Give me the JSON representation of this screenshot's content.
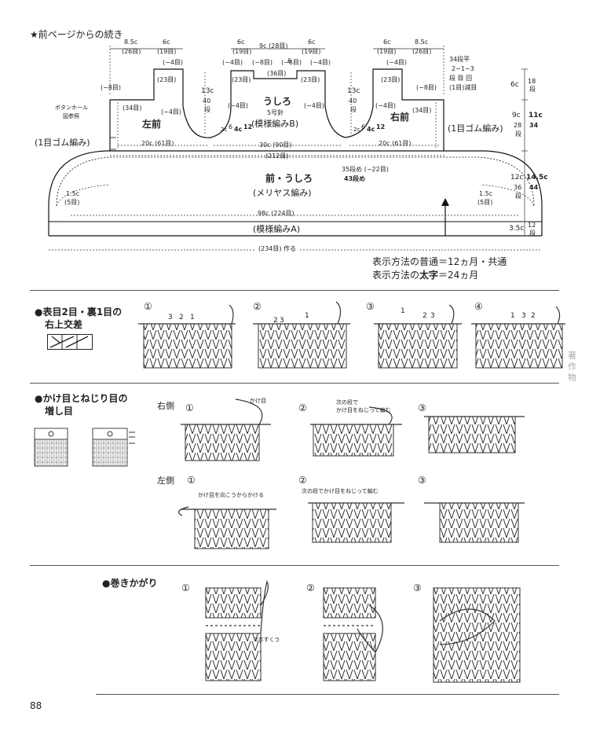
{
  "header": "★前ページからの続き",
  "pattern": {
    "top_dims": {
      "left_outer_c": "8.5c",
      "left_outer_m": "(26目)",
      "left_strap_c": "6c",
      "left_strap_m": "(19目)",
      "back_l_c": "6c",
      "back_l_m": "(19目)",
      "back_mid_c": "9c (28目)",
      "back_r_c": "6c",
      "back_r_m": "(19目)",
      "right_strap_c": "6c",
      "right_strap_m": "(19目)",
      "right_outer_c": "8.5c",
      "right_outer_m": "(26目)"
    },
    "dec": {
      "m4": "(−4目)",
      "m8": "(−8目)",
      "m6": "(−6目)"
    },
    "counts": {
      "c23": "(23目)",
      "c34": "(34目)",
      "c36": "(36目)"
    },
    "neck": {
      "depth_c": "13c",
      "depth_rows": "40",
      "depth_unit": "段",
      "two_c": "2c",
      "six": "6",
      "four_c": "4c",
      "twelve": "12",
      "dan": "段"
    },
    "note_top_right": [
      "34段平",
      "2−1−3",
      "段 目 回",
      "(1目)減目"
    ],
    "buttonhole": [
      "ボタンホール",
      "図参照"
    ],
    "labels": {
      "left_front": "左前",
      "right_front": "右前",
      "back": "うしろ",
      "needle": "5号針",
      "back_pattern": "(模様編みB)",
      "rib_left": "(1目ゴム編み)",
      "rib_right": "(1目ゴム編み)",
      "body": "前・うしろ",
      "stockinette": "(メリヤス編み)",
      "pattern_a": "(模様編みA)"
    },
    "widths": {
      "front_l": "20c (61目)",
      "back_w": "30c (90目)",
      "front_r": "20c (61目)",
      "total_212": "(212目)",
      "rows_35": "35段め (−22目)",
      "rows_43": "43段め",
      "side_c": "1.5c",
      "side_m": "(5目)",
      "hem_98": "98c (224目)",
      "cast_on": "(234目) 作る"
    },
    "right_side": {
      "r1_c": "6c",
      "r1_rows": "18",
      "r2_c": "9c",
      "r2_bold": "11c",
      "r2_rows": "28",
      "r2_rows_b": "34",
      "r3_c": "12c",
      "r3_bold": "14.5c",
      "r3_rows": "36",
      "r3_rows_b": "44",
      "r4_c": "3.5c",
      "r4_rows": "12",
      "dan": "段"
    },
    "legend": [
      {
        "pre": "表示方法の普通＝",
        "post": "12ヵ月・共通",
        "bold": false
      },
      {
        "pre": "表示方法の",
        "mid": "太字",
        "post": "＝24ヵ月",
        "bold": true
      }
    ]
  },
  "section1": {
    "title": [
      "●表目2目・裏1目の",
      "右上交差"
    ],
    "steps": [
      "①",
      "②",
      "③",
      "④"
    ],
    "nums_step1": [
      "3",
      "2",
      "1"
    ],
    "nums_step2": [
      "2",
      "3",
      "1"
    ],
    "nums_step3": [
      "1",
      "2",
      "3"
    ],
    "nums_step4": [
      "1",
      "3",
      "2"
    ]
  },
  "section2": {
    "title": [
      "●かけ目とねじり目の",
      "増し目"
    ],
    "right_side": "右側",
    "left_side": "左側",
    "steps": [
      "①",
      "②",
      "③"
    ],
    "r1_note": "かけ目",
    "r2_note": [
      "次の段で",
      "かけ目をねじって編む"
    ],
    "l1_note": "かけ目を向こうからかける",
    "l2_note": "次の段でかけ目をねじって編む"
  },
  "section3": {
    "title": "●巻きかがり",
    "steps": [
      "①",
      "②",
      "③"
    ],
    "note": "2本すくう"
  },
  "watermark": [
    "著",
    "作",
    "物"
  ],
  "page_number": "88"
}
